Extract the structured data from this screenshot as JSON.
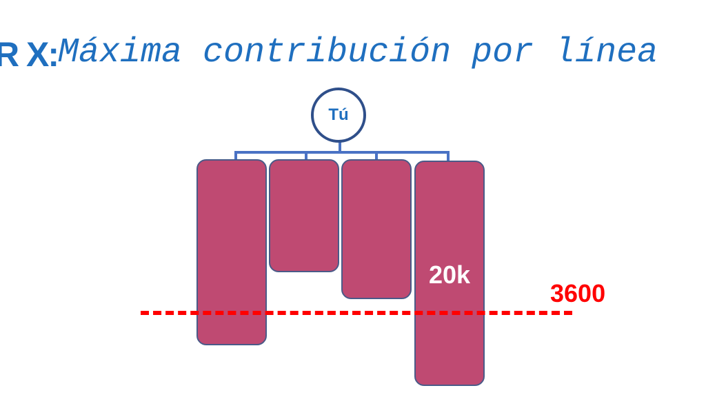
{
  "title": {
    "prefix": "R X:",
    "text": "Máxima contribución por línea",
    "color": "#1f6fbf"
  },
  "root": {
    "label": "Tú",
    "color": "#1f6fbf"
  },
  "bars": [
    {
      "label": ""
    },
    {
      "label": ""
    },
    {
      "label": ""
    },
    {
      "label": "20k"
    }
  ],
  "bar_color": "#bf4a72",
  "threshold": {
    "label": "3600",
    "color": "#ff0000"
  }
}
